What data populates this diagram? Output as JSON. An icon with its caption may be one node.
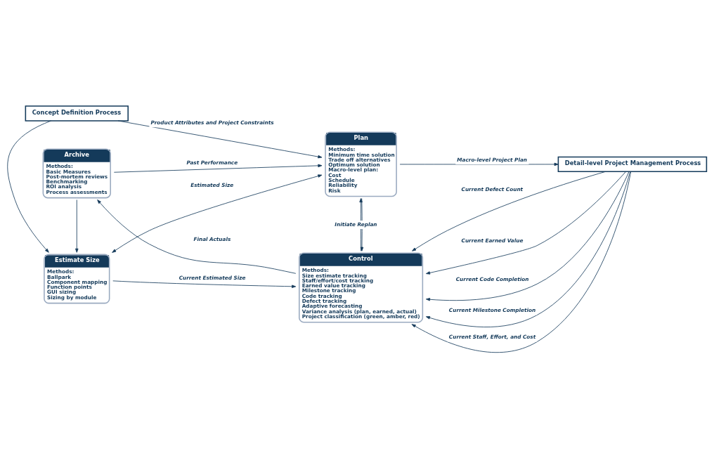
{
  "diagram": {
    "nodes": [
      {
        "text": [
          "Concept Definition Process"
        ]
      },
      {
        "text": [
          "Plan",
          "Methods:",
          "Minimum time solution",
          "Trade off alternatives",
          "Optimum solution",
          "Macro-level plan:",
          "Cost",
          "Schedule",
          "Reliability",
          "Risk"
        ]
      },
      {
        "text": [
          "Detail-level Project Management Process"
        ]
      },
      {
        "text": [
          "Estimate Size",
          "Methods:",
          "Ballpark",
          "Component mapping",
          "Function points",
          "GUI sizing",
          "Sizing by module"
        ]
      },
      {
        "text": [
          "Control",
          "Methods:",
          "Size estimate tracking",
          "Staff/effort/cost tracking",
          "Earned value tracking",
          "Milestone tracking",
          "Code tracking",
          "Defect tracking",
          "Adaptive forecasting",
          "Variance analysis (plan, earned, actual)",
          "Project classification (green, amber, red)"
        ]
      },
      {
        "text": [
          "Archive",
          "Methods:",
          "Basic Measures",
          "Post-mortem reviews",
          "Benchmarking",
          "ROI analysis",
          "Process assessments"
        ]
      }
    ],
    "edges": [
      {
        "from": 0,
        "to": 1,
        "arrow": "to",
        "label": "Product Attributes and Project Constraints"
      },
      {
        "from": 0,
        "to": 3,
        "arrow": "to"
      },
      {
        "from": 3,
        "to": 1,
        "arrow": "both",
        "label": "Estimated Size"
      },
      {
        "from": 5,
        "to": 3,
        "arrow": "to"
      },
      {
        "from": 5,
        "to": 1,
        "arrow": "to",
        "label": "Past Performance"
      },
      {
        "from": 3,
        "to": 4,
        "arrow": "to",
        "label": "Current Estimated Size"
      },
      {
        "from": 1,
        "to": 2,
        "arrow": "to",
        "label": "Macro-level Project Plan"
      },
      {
        "from": 1,
        "to": 4,
        "arrow": "to"
      },
      {
        "from": 4,
        "to": 1,
        "arrow": "to",
        "label": "Initiate Replan"
      },
      {
        "from": 2,
        "to": 4,
        "arrow": "to",
        "label": "Current Defect Count"
      },
      {
        "from": 2,
        "to": 4,
        "arrow": "to",
        "label": "Current Earned Value"
      },
      {
        "from": 2,
        "to": 4,
        "arrow": "to",
        "label": "Current Code Completion"
      },
      {
        "from": 2,
        "to": 4,
        "arrow": "to",
        "label": "Current Milestone Completion"
      },
      {
        "from": 2,
        "to": 4,
        "arrow": "to",
        "label": "Current Staff, Effort, and Cost"
      },
      {
        "from": 4,
        "to": 5,
        "arrow": "to",
        "label": "Final Actuals"
      }
    ]
  }
}
